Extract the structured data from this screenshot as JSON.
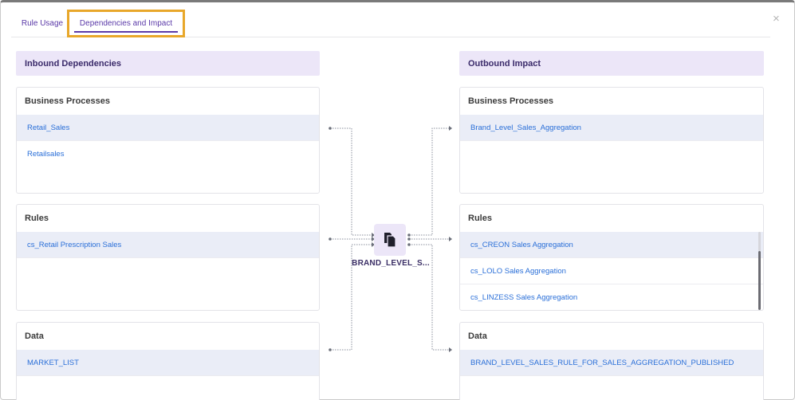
{
  "tabs": [
    {
      "label": "Rule Usage"
    },
    {
      "label": "Dependencies and Impact"
    }
  ],
  "close_symbol": "×",
  "inbound": {
    "title": "Inbound Dependencies",
    "business_processes": {
      "title": "Business Processes",
      "items": [
        "Retail_Sales",
        "Retailsales"
      ]
    },
    "rules": {
      "title": "Rules",
      "items": [
        "cs_Retail Prescription Sales"
      ]
    },
    "data": {
      "title": "Data",
      "items": [
        "MARKET_LIST"
      ]
    }
  },
  "outbound": {
    "title": "Outbound Impact",
    "business_processes": {
      "title": "Business Processes",
      "items": [
        "Brand_Level_Sales_Aggregation"
      ]
    },
    "rules": {
      "title": "Rules",
      "items": [
        "cs_CREON Sales Aggregation",
        "cs_LOLO Sales Aggregation",
        "cs_LINZESS Sales Aggregation"
      ]
    },
    "data": {
      "title": "Data",
      "items": [
        "BRAND_LEVEL_SALES_RULE_FOR_SALES_AGGREGATION_PUBLISHED"
      ]
    }
  },
  "center": {
    "label": "BRAND_LEVEL_S...",
    "icon": "copy-documents-icon"
  },
  "colors": {
    "accent": "#5b3aa8",
    "highlight": "#e8a72a",
    "link": "#2a6fd8",
    "section_bg": "#ece6f8"
  }
}
